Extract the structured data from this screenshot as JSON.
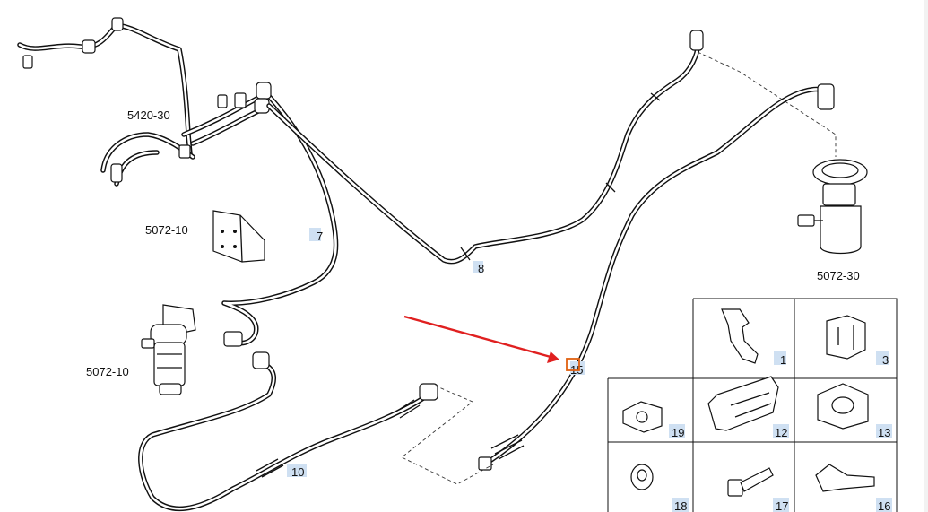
{
  "assembly_labels": {
    "a": "5420-30",
    "b": "5072-10",
    "c": "5072-10",
    "d": "5072-30"
  },
  "callouts": {
    "c7": "7",
    "c8": "8",
    "c10": "10",
    "c15": "15"
  },
  "parts_grid": {
    "p1": "1",
    "p3": "3",
    "p19": "19",
    "p12": "12",
    "p13": "13",
    "p18": "18",
    "p17": "17",
    "p16": "16"
  },
  "annotation": {
    "arrow_color": "#e02020",
    "marker_color": "#e06010"
  }
}
